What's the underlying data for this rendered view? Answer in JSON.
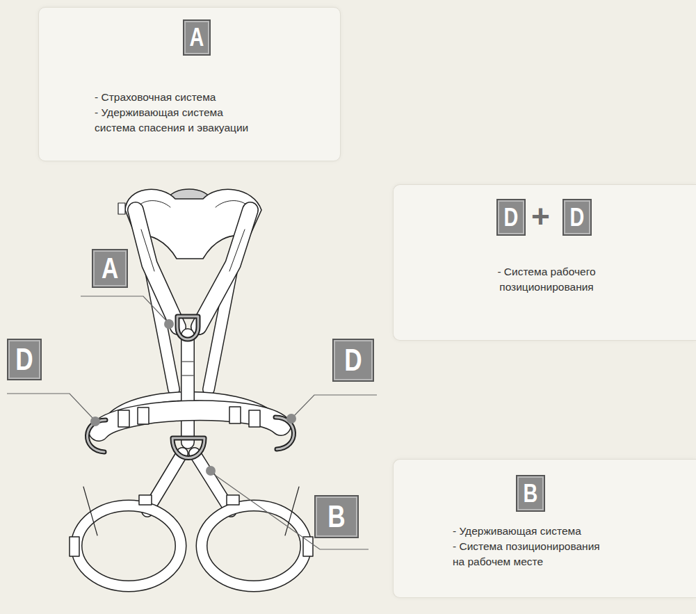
{
  "diagram": {
    "nodes": [
      {
        "text": [
          "- Страховочная система",
          "- Удерживающая система система спасения и эвакуации"
        ]
      },
      {
        "text": [
          "A"
        ],
        "in": 0
      },
      {
        "text": [
          "+",
          "- Система рабочего позиционирования"
        ]
      },
      {
        "text": [
          "D"
        ],
        "in": 2
      },
      {
        "text": [
          "D"
        ],
        "in": 2
      },
      {
        "text": [
          "A"
        ]
      },
      {
        "text": [
          "D"
        ]
      },
      {
        "text": [
          "D"
        ]
      },
      {
        "text": [
          "- Удерживающая система",
          "- Система позиционирования на рабочем месте"
        ]
      },
      {
        "text": [
          "B"
        ],
        "in": 8
      },
      {
        "text": [
          "B"
        ]
      }
    ]
  }
}
